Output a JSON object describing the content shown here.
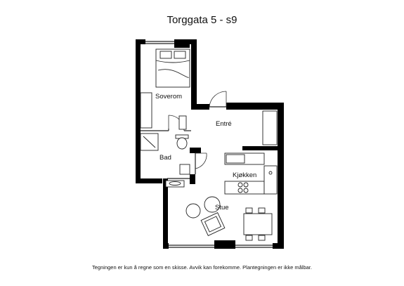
{
  "title": "Torggata 5 - s9",
  "rooms": {
    "soverom": "Soverom",
    "entre": "Entré",
    "bad": "Bad",
    "kjokken": "Kjøkken",
    "stue": "Stue"
  },
  "caption": "Tegningen er kun å regne som en skisse. Avvik kan forekomme. Plantegningen er ikke målbar.",
  "colors": {
    "wall": "#000000",
    "line": "#222222",
    "background": "#ffffff"
  }
}
